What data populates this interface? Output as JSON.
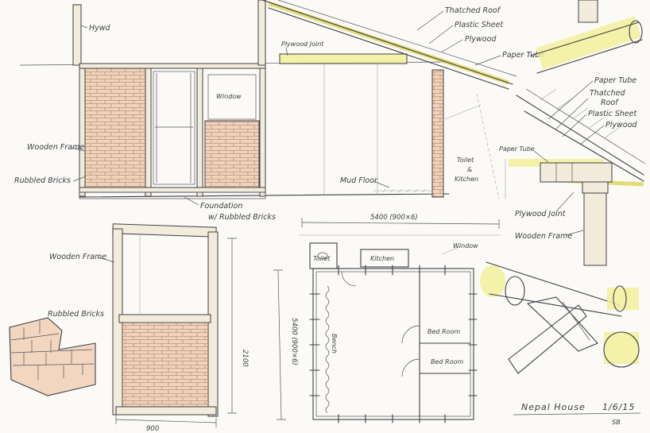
{
  "labels": {
    "hywd": "Hywd",
    "thatched_roof": "Thatched Roof",
    "plastic_sheet": "Plastic Sheet",
    "plywood": "Plywood",
    "paper_tube": "Paper Tube",
    "plywood_joint": "Plywood Joint",
    "window": "Window",
    "wooden_frame": "Wooden Frame",
    "rubbled_bricks": "Rubbled Bricks",
    "mud_floor": "Mud Floor",
    "toilet_kitchen": [
      "Toilet",
      "&",
      "Kitchen"
    ],
    "foundation": [
      "Foundation",
      "w/ Rubbled Bricks"
    ],
    "detail_paper_tube": "Paper Tube",
    "detail_thatched_roof": [
      "Thatched",
      "Roof"
    ],
    "detail_plastic_sheet": "Plastic Sheet",
    "detail_plywood": "Plywood",
    "detail_paper_tube_2": "Paper Tube",
    "detail_plywood_joint": "Plywood Joint",
    "detail_wooden_frame": "Wooden Frame",
    "frame_wooden_frame": "Wooden Frame",
    "frame_rubbled_bricks": "Rubbled Bricks",
    "plan_toilet": "Toilet",
    "plan_kitchen": "Kitchen",
    "plan_window": "Window",
    "plan_bed_room_1": "Bed Room",
    "plan_bed_room_2": "Bed Room",
    "plan_bench": "Bench"
  },
  "dimensions": {
    "width_total": "5400 (900×6)",
    "depth_total": "5400 (900×6)",
    "frame_height": "2100",
    "frame_width": "900"
  },
  "title_block": {
    "title": "Nepal House",
    "date": "1/6/15",
    "initials": "SB"
  },
  "colors": {
    "ink": "#3f3f48",
    "brick": "#f0cdb3",
    "paper_tube_yellow": "#f2ee9a",
    "paper": "#fbfaf6"
  }
}
